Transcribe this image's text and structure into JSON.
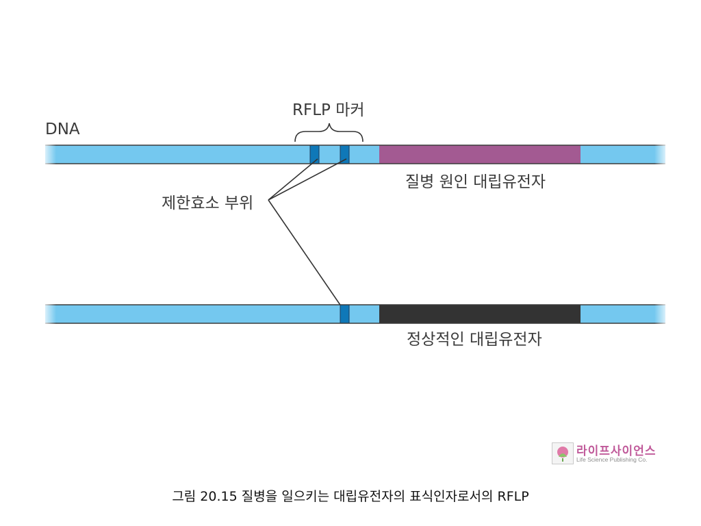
{
  "labels": {
    "dna": "DNA",
    "marker": "RFLP 마커",
    "restriction_site": "제한효소  부위",
    "disease_allele": "질병 원인 대립유전자",
    "normal_allele": "정상적인 대립유전자"
  },
  "caption": "그림 20.15  질병을 일으키는 대립유전자의 표식인자로서의 RFLP",
  "logo": {
    "name_kr": "라이프사이언스",
    "name_en": "Life Science Publishing Co."
  },
  "colors": {
    "dna_strand": "#74c8ef",
    "restriction_site": "#0f78b8",
    "disease_allele": "#a35a92",
    "normal_allele": "#333333",
    "line": "#333333"
  }
}
